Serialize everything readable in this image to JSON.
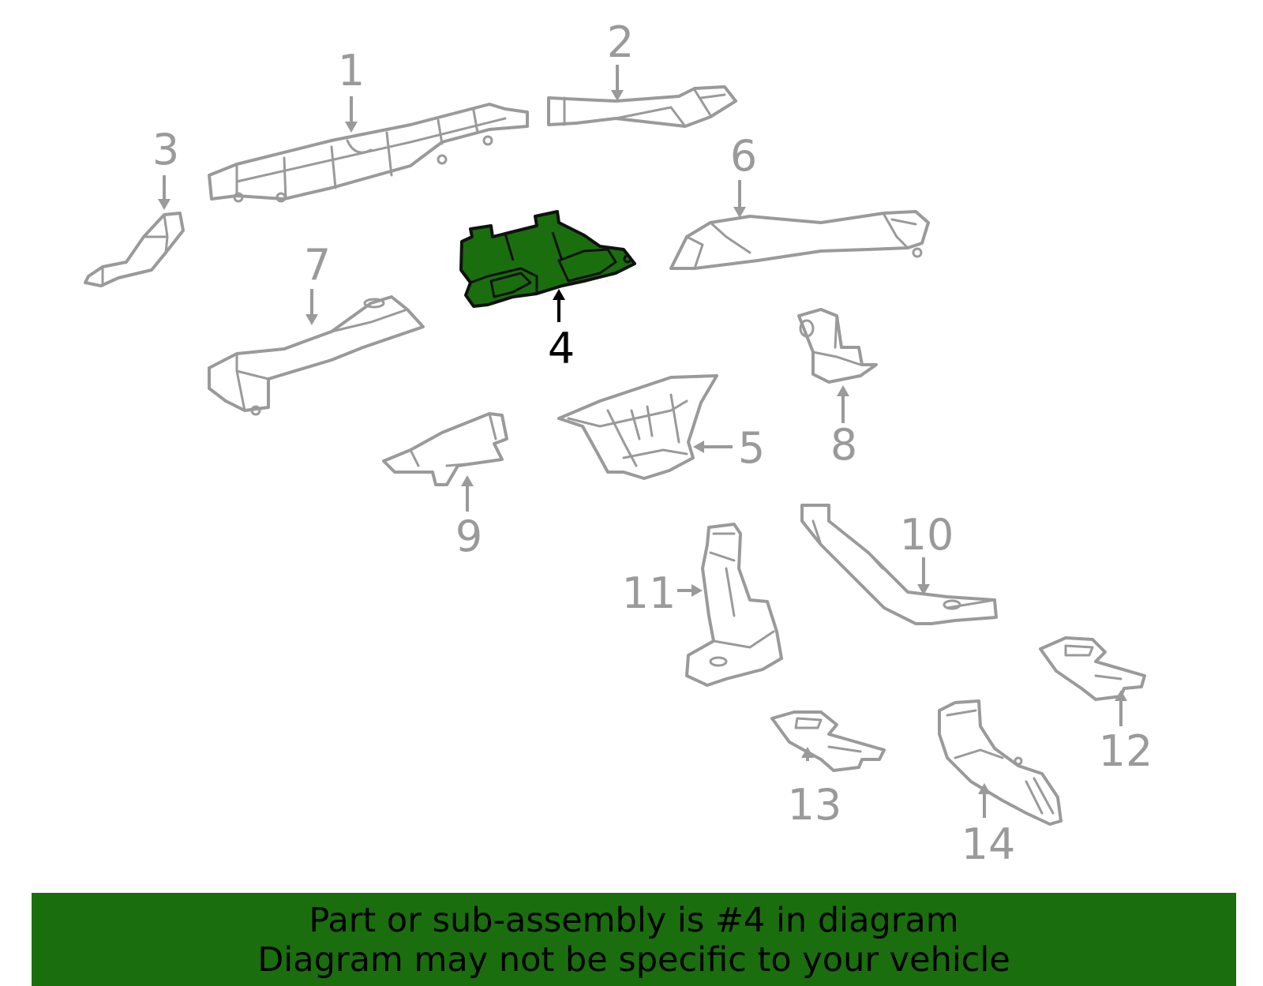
{
  "callouts": {
    "c1": "1",
    "c2": "2",
    "c3": "3",
    "c4": "4",
    "c5": "5",
    "c6": "6",
    "c7": "7",
    "c8": "8",
    "c9": "9",
    "c10": "10",
    "c11": "11",
    "c12": "12",
    "c13": "13",
    "c14": "14"
  },
  "highlighted_part": "4",
  "banner": {
    "line1": "Part or sub-assembly is #4 in diagram",
    "line2": "Diagram may not be specific to your vehicle"
  },
  "colors": {
    "highlight": "#1a6e0e",
    "part_outline": "#9a9a9a",
    "banner_bg": "#1a6e0e"
  }
}
